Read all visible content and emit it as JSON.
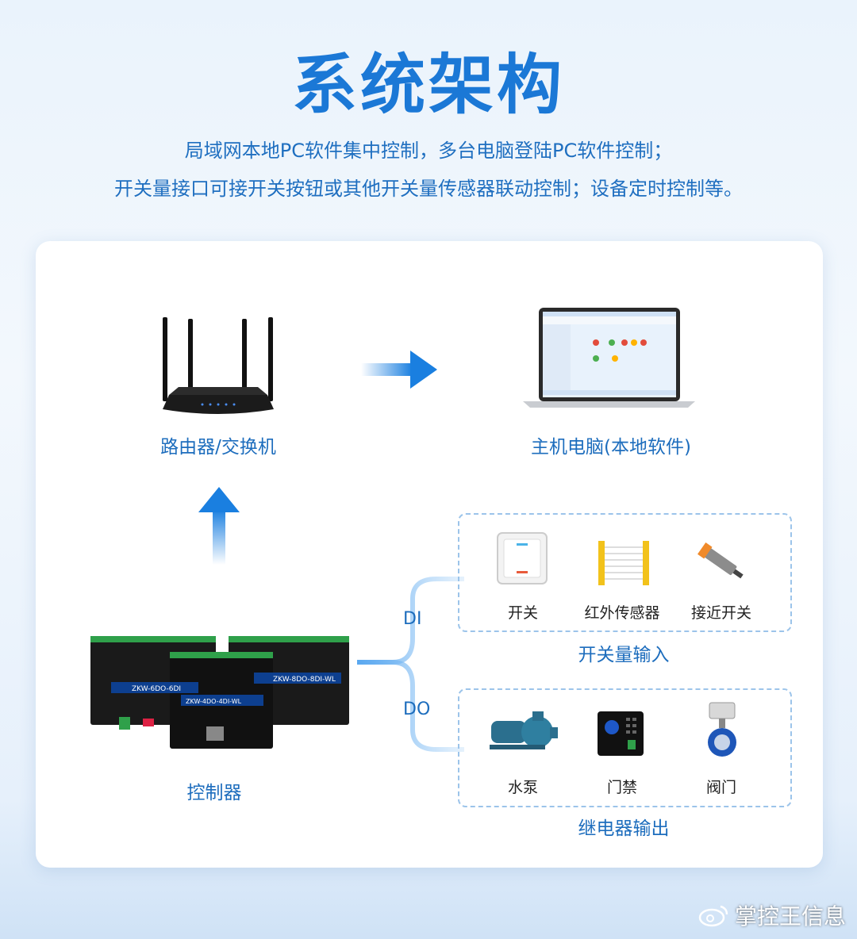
{
  "title": "系统架构",
  "subtitle_line1": "局域网本地PC软件集中控制，多台电脑登陆PC软件控制；",
  "subtitle_line2": "开关量接口可接开关按钮或其他开关量传感器联动控制；设备定时控制等。",
  "nodes": {
    "router": "路由器/交换机",
    "pc": "主机电脑(本地软件)",
    "controller": "控制器"
  },
  "controller_models": [
    "ZKW-6DO-6DI",
    "ZKW-4DO-4DI-WL",
    "ZKW-8DO-8DI-WL"
  ],
  "links": {
    "di": "DI",
    "do": "DO"
  },
  "input_group": {
    "label": "开关量输入",
    "items": [
      "开关",
      "红外传感器",
      "接近开关"
    ]
  },
  "output_group": {
    "label": "继电器输出",
    "items": [
      "水泵",
      "门禁",
      "阀门"
    ]
  },
  "watermark": "掌控王信息",
  "colors": {
    "accent": "#1b78d6",
    "arrow": "#1a7fe0",
    "dashed": "#9cc4ea"
  }
}
